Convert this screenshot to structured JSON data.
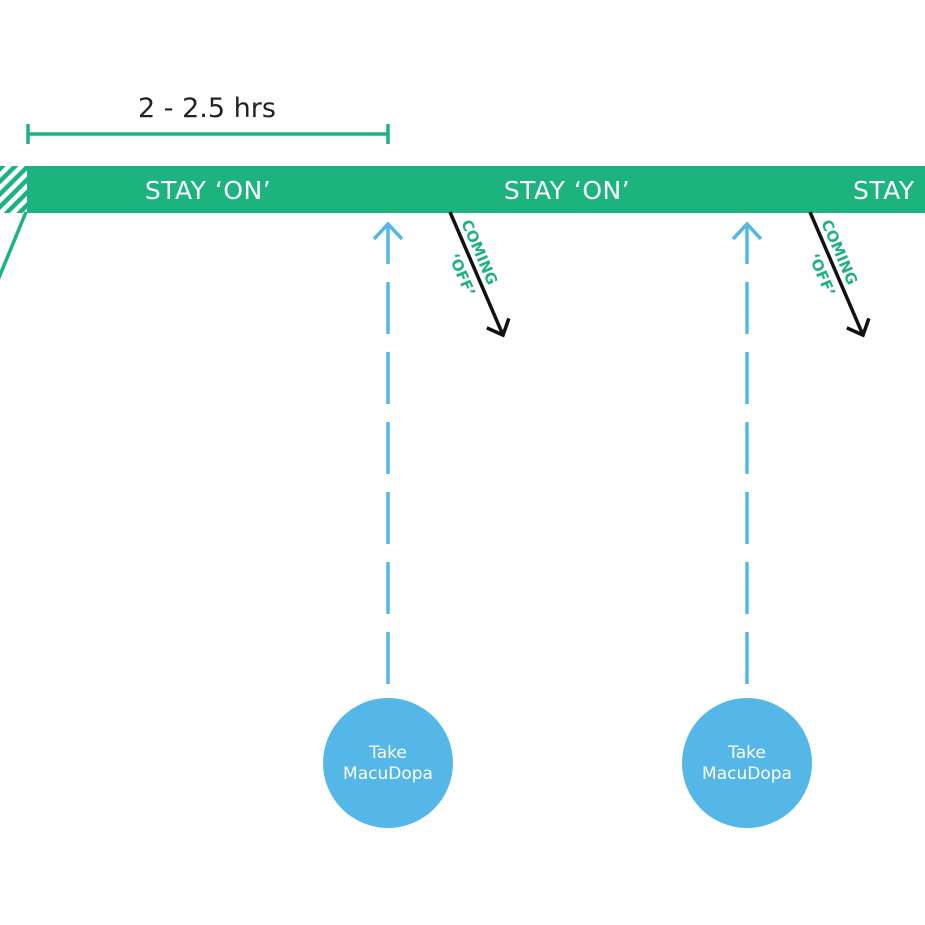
{
  "colors": {
    "green": "#1db37e",
    "blue": "#55b6e8",
    "black": "#111111",
    "text_dark": "#222222",
    "white": "#ffffff"
  },
  "ruler": {
    "label": "2 - 2.5 hrs"
  },
  "timeline": {
    "segments": [
      {
        "label": "STAY ‘ON’"
      },
      {
        "label": "STAY ‘ON’"
      },
      {
        "label": "STAY"
      }
    ]
  },
  "wearing_off": [
    {
      "line1": "COMING",
      "line2": "‘OFF’"
    },
    {
      "line1": "COMING",
      "line2": "‘OFF’"
    }
  ],
  "doses": [
    {
      "line1": "Take",
      "line2": "MacuDopa"
    },
    {
      "line1": "Take",
      "line2": "MacuDopa"
    }
  ]
}
